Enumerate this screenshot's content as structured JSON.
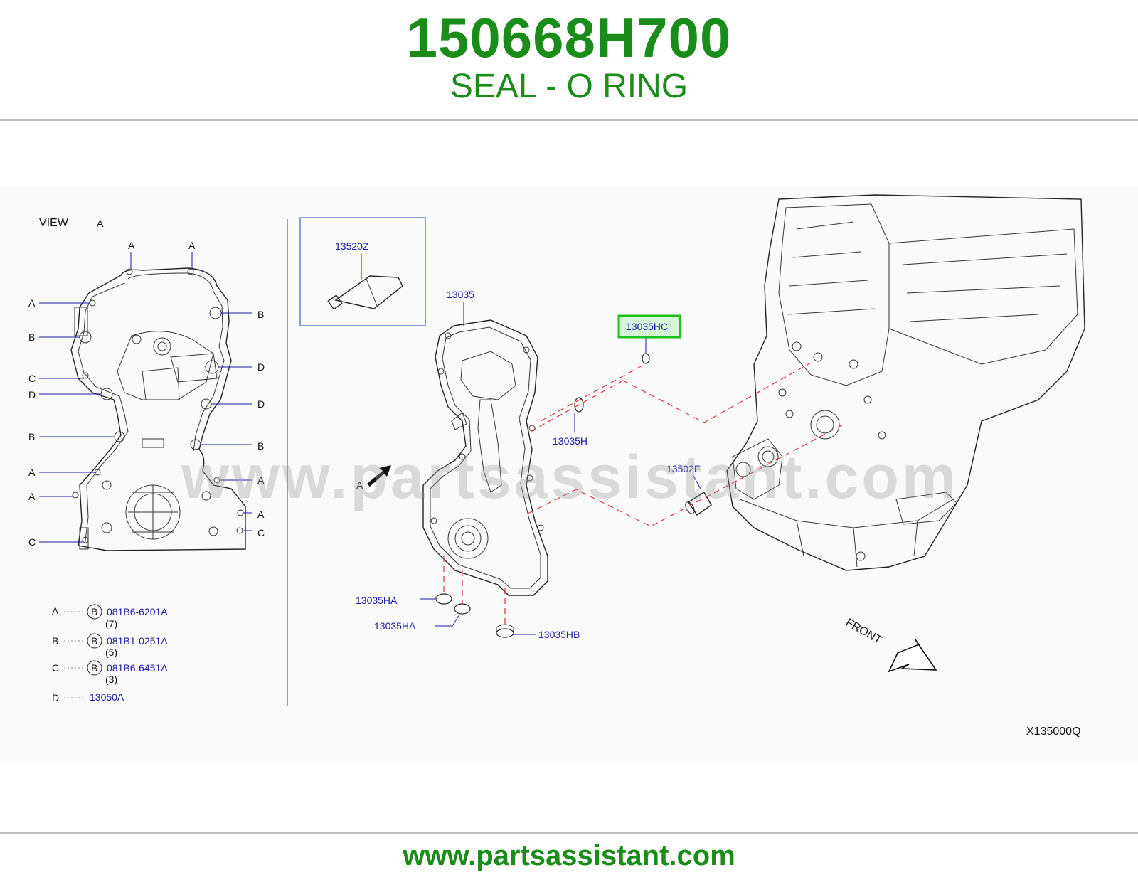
{
  "header": {
    "part_number": "150668H700",
    "part_description": "SEAL - O RING"
  },
  "diagram": {
    "view_label": "VIEW",
    "view_letter": "A",
    "view_callouts": [
      "A",
      "A",
      "A",
      "B",
      "B",
      "C",
      "D",
      "D",
      "D",
      "B",
      "B",
      "A",
      "A",
      "A",
      "A",
      "A",
      "C",
      "C"
    ],
    "parts": {
      "kit": "13520Z",
      "front_cover": "13035",
      "o_ring_highlighted": "13035HC",
      "o_ring_h": "13035H",
      "seal_f": "13502F",
      "plug_ha_1": "13035HA",
      "plug_ha_2": "13035HA",
      "plug_hb": "13035HB",
      "view_arrow_letter": "A"
    },
    "legend": [
      {
        "key": "A",
        "circle": "B",
        "part": "081B6-6201A",
        "qty": "(7)"
      },
      {
        "key": "B",
        "circle": "B",
        "part": "081B1-0251A",
        "qty": "(5)"
      },
      {
        "key": "C",
        "circle": "B",
        "part": "081B6-6451A",
        "qty": "(3)"
      },
      {
        "key": "D",
        "circle": "",
        "part": "13050A",
        "qty": ""
      }
    ],
    "front_label": "FRONT",
    "diagram_code": "X135000Q",
    "watermark": "www.partsassistant.com"
  },
  "footer": {
    "url": "www.partsassistant.com"
  },
  "colors": {
    "brand_green": "#1a8c1a",
    "label_blue": "#1a1aa8",
    "highlight_green": "#19c219",
    "dash_red": "#e0303a"
  }
}
